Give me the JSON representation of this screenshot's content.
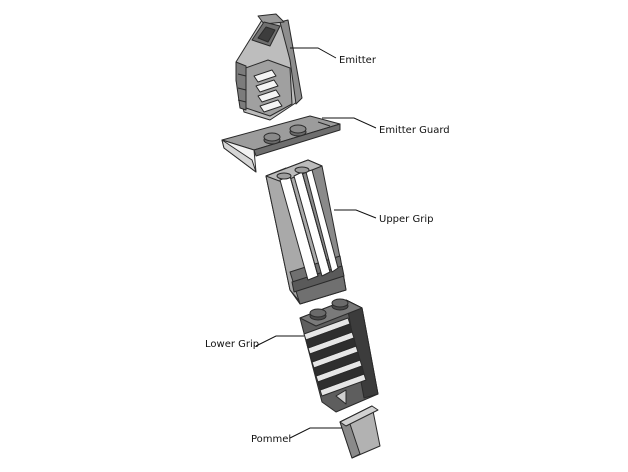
{
  "parts": [
    {
      "id": "emitter",
      "label": "Emitter"
    },
    {
      "id": "emitter-guard",
      "label": "Emitter Guard"
    },
    {
      "id": "upper-grip",
      "label": "Upper Grip"
    },
    {
      "id": "lower-grip",
      "label": "Lower Grip"
    },
    {
      "id": "pommel",
      "label": "Pommel"
    }
  ],
  "colors": {
    "light": "#d9d9d9",
    "mid": "#a8a8a8",
    "dark": "#6e6e6e",
    "darker": "#4a4a4a",
    "black": "#262626",
    "edge": "#2a2a2a"
  }
}
